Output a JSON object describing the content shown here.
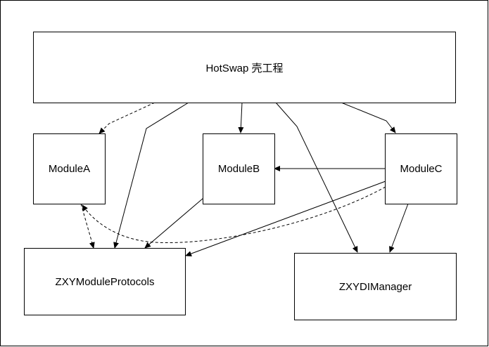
{
  "nodes": {
    "shell": "HotSwap 壳工程",
    "module_a": "ModuleA",
    "module_b": "ModuleB",
    "module_c": "ModuleC",
    "protocols": "ZXYModuleProtocols",
    "di_manager": "ZXYDIManager"
  },
  "edges": [
    {
      "from": "HotSwap 壳工程",
      "to": "ModuleA",
      "style": "dashed"
    },
    {
      "from": "HotSwap 壳工程",
      "to": "ZXYModuleProtocols",
      "style": "solid"
    },
    {
      "from": "HotSwap 壳工程",
      "to": "ModuleB",
      "style": "solid"
    },
    {
      "from": "HotSwap 壳工程",
      "to": "ZXYDIManager",
      "style": "solid"
    },
    {
      "from": "HotSwap 壳工程",
      "to": "ModuleC",
      "style": "solid"
    },
    {
      "from": "ModuleA",
      "to": "ZXYModuleProtocols",
      "style": "dashed"
    },
    {
      "from": "ModuleB",
      "to": "ZXYModuleProtocols",
      "style": "solid"
    },
    {
      "from": "ModuleC",
      "to": "ModuleB",
      "style": "solid"
    },
    {
      "from": "ModuleC",
      "to": "ZXYModuleProtocols",
      "style": "solid"
    },
    {
      "from": "ModuleC",
      "to": "ModuleA",
      "style": "dashed"
    },
    {
      "from": "ModuleC",
      "to": "ZXYDIManager",
      "style": "solid"
    }
  ]
}
